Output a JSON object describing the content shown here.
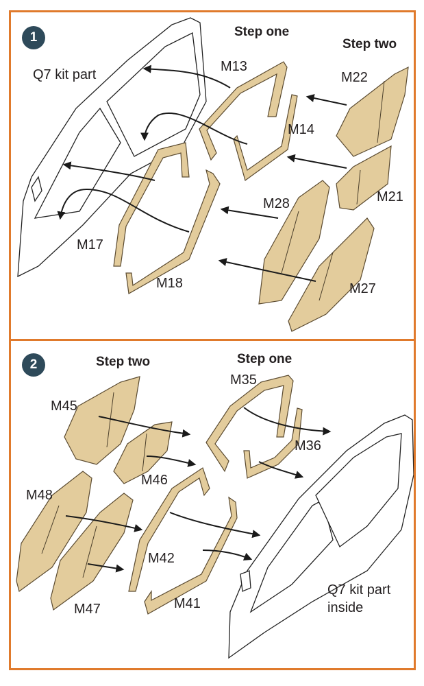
{
  "panel1": {
    "number": "1",
    "step_one": "Step one",
    "step_two": "Step two",
    "kit_part": "Q7 kit part",
    "labels": {
      "m13": "M13",
      "m14": "M14",
      "m17": "M17",
      "m18": "M18",
      "m22": "M22",
      "m21": "M21",
      "m28": "M28",
      "m27": "M27"
    }
  },
  "panel2": {
    "number": "2",
    "step_one": "Step one",
    "step_two": "Step two",
    "kit_part_line1": "Q7 kit part",
    "kit_part_line2": "inside",
    "labels": {
      "m35": "M35",
      "m36": "M36",
      "m45": "M45",
      "m46": "M46",
      "m48": "M48",
      "m47": "M47",
      "m42": "M42",
      "m41": "M41"
    }
  },
  "colors": {
    "border": "#e07a2c",
    "badge": "#2e4a5a",
    "mask": "#e3cc9c"
  }
}
